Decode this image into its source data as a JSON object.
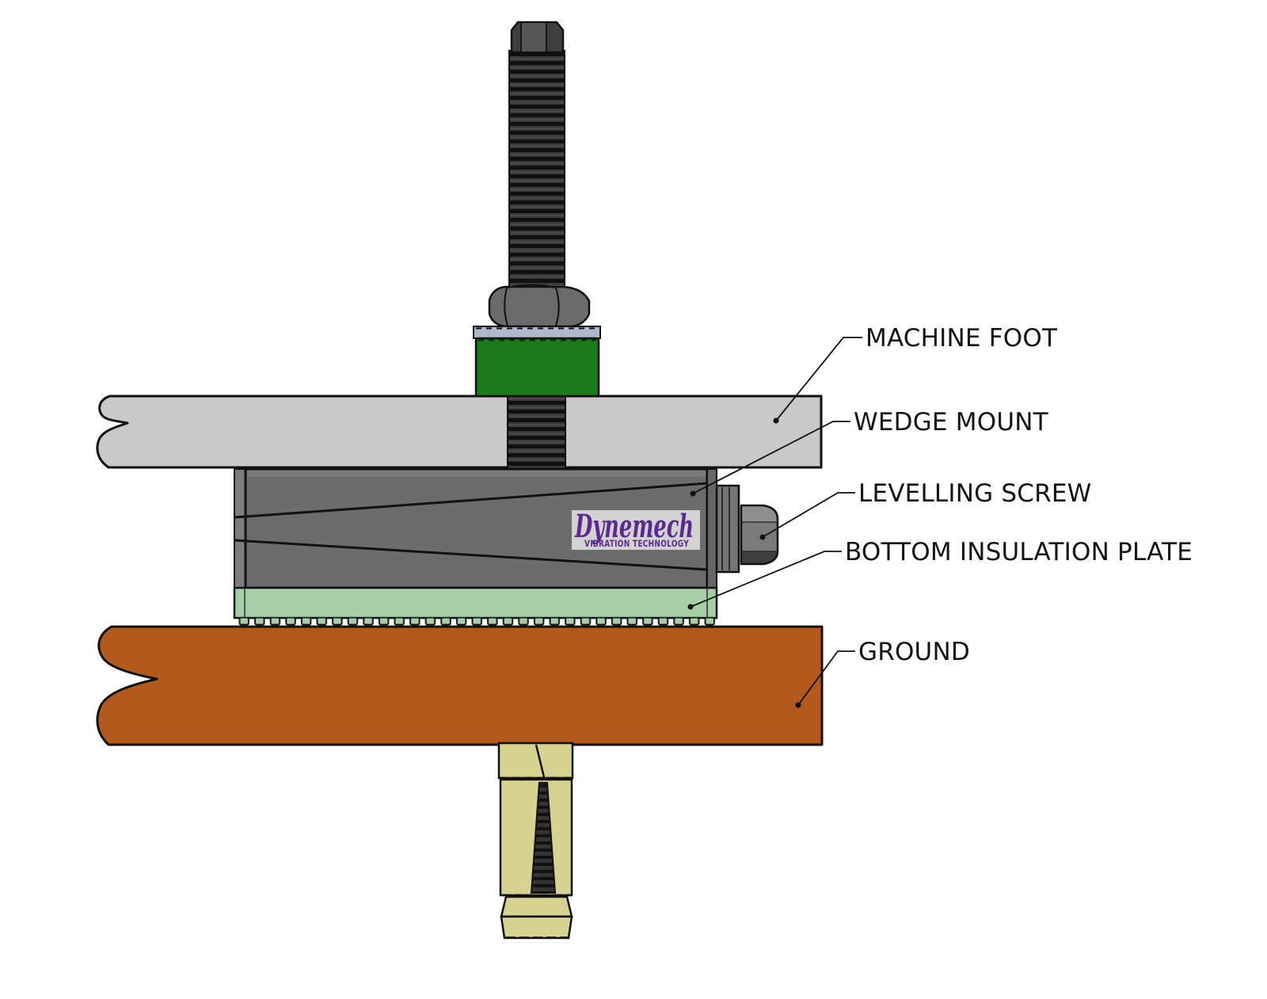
{
  "diagram": {
    "labels": {
      "machine_foot": "MACHINE FOOT",
      "wedge_mount": "WEDGE MOUNT",
      "levelling_screw": "LEVELLING SCREW",
      "bottom_insulation_plate": "BOTTOM INSULATION PLATE",
      "ground": "GROUND"
    },
    "logo": {
      "brand": "Dynemech",
      "tagline": "VIBRATION TECHNOLOGY"
    },
    "colors": {
      "machine_foot": "#c9c9c9",
      "wedge_gray": "#6c6c6c",
      "wedge_cap_gray": "#7d7d7d",
      "end_plate_gray": "#757575",
      "insulation_green": "#a7cfa7",
      "bush_green": "#1b7b1b",
      "washer_steel": "#aeb9c9",
      "ground_orange": "#b2591b",
      "anchor_khaki": "#d5d38e",
      "logo_purple": "#5b2a91",
      "logo_bg": "#d2d2d2",
      "hardware_dark": "#4a4a4a"
    }
  }
}
